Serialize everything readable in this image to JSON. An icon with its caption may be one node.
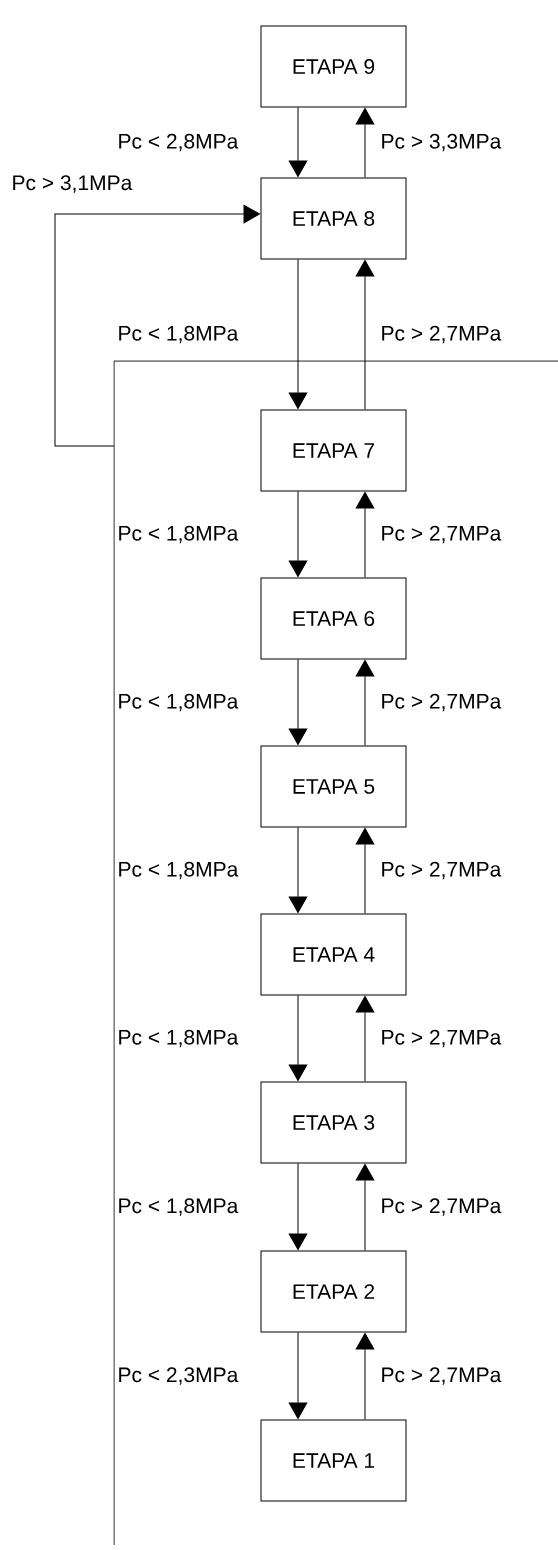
{
  "diagram": {
    "nodes": [
      {
        "text": [
          "ETAPA 9"
        ]
      },
      {
        "text": [
          "ETAPA 8"
        ]
      },
      {
        "text": [
          "ETAPA 7"
        ]
      },
      {
        "text": [
          "ETAPA 6"
        ]
      },
      {
        "text": [
          "ETAPA 5"
        ]
      },
      {
        "text": [
          "ETAPA 4"
        ]
      },
      {
        "text": [
          "ETAPA 3"
        ]
      },
      {
        "text": [
          "ETAPA 2"
        ]
      },
      {
        "text": [
          "ETAPA 1"
        ]
      }
    ],
    "edges": [
      {
        "from": 0,
        "to": 1,
        "arrow": "to",
        "label": "Pc < 2,8MPa"
      },
      {
        "from": 1,
        "to": 0,
        "arrow": "to",
        "label": "Pc > 3,3MPa"
      },
      {
        "from": null,
        "to": 1,
        "arrow": "to",
        "label": "Pc > 3,1MPa"
      },
      {
        "from": 1,
        "to": 2,
        "arrow": "to",
        "label": "Pc < 1,8MPa"
      },
      {
        "from": 2,
        "to": 1,
        "arrow": "to",
        "label": "Pc > 2,7MPa"
      },
      {
        "from": 2,
        "to": 3,
        "arrow": "to",
        "label": "Pc < 1,8MPa"
      },
      {
        "from": 3,
        "to": 2,
        "arrow": "to",
        "label": "Pc > 2,7MPa"
      },
      {
        "from": 3,
        "to": 4,
        "arrow": "to",
        "label": "Pc < 1,8MPa"
      },
      {
        "from": 4,
        "to": 3,
        "arrow": "to",
        "label": "Pc > 2,7MPa"
      },
      {
        "from": 4,
        "to": 5,
        "arrow": "to",
        "label": "Pc < 1,8MPa"
      },
      {
        "from": 5,
        "to": 4,
        "arrow": "to",
        "label": "Pc > 2,7MPa"
      },
      {
        "from": 5,
        "to": 6,
        "arrow": "to",
        "label": "Pc < 1,8MPa"
      },
      {
        "from": 6,
        "to": 5,
        "arrow": "to",
        "label": "Pc > 2,7MPa"
      },
      {
        "from": 6,
        "to": 7,
        "arrow": "to",
        "label": "Pc < 1,8MPa"
      },
      {
        "from": 7,
        "to": 6,
        "arrow": "to",
        "label": "Pc > 2,7MPa"
      },
      {
        "from": 7,
        "to": 8,
        "arrow": "to",
        "label": "Pc < 2,3MPa"
      },
      {
        "from": 8,
        "to": 7,
        "arrow": "to",
        "label": "Pc > 2,7MPa"
      }
    ]
  }
}
